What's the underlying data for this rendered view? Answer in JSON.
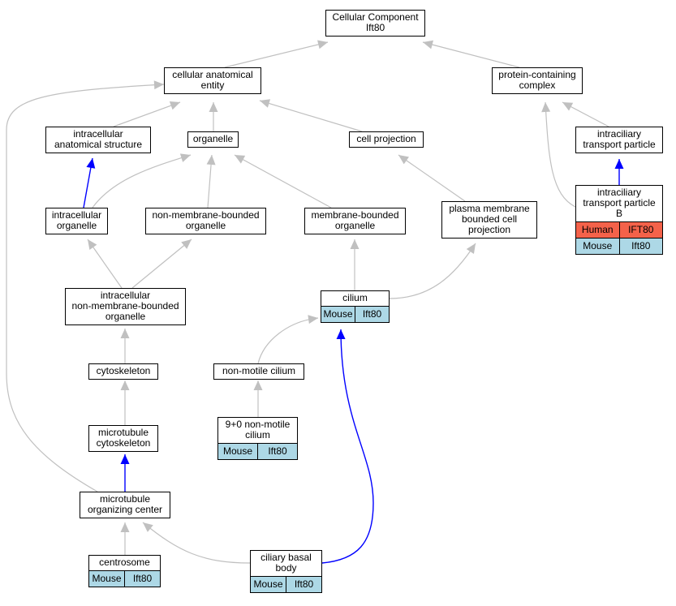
{
  "graph": {
    "nodes": [
      {
        "id": "root",
        "lines": [
          "Cellular Component",
          "Ift80"
        ]
      },
      {
        "id": "cae",
        "lines": [
          "cellular anatomical",
          "entity"
        ]
      },
      {
        "id": "pcc",
        "lines": [
          "protein-containing",
          "complex"
        ]
      },
      {
        "id": "ias",
        "lines": [
          "intracellular",
          "anatomical structure"
        ]
      },
      {
        "id": "organelle",
        "lines": [
          "organelle"
        ]
      },
      {
        "id": "cellproj",
        "lines": [
          "cell projection"
        ]
      },
      {
        "id": "itp",
        "lines": [
          "intraciliary",
          "transport particle"
        ]
      },
      {
        "id": "intorg",
        "lines": [
          "intracellular",
          "organelle"
        ]
      },
      {
        "id": "nmbo",
        "lines": [
          "non-membrane-bounded",
          "organelle"
        ]
      },
      {
        "id": "mbo",
        "lines": [
          "membrane-bounded",
          "organelle"
        ]
      },
      {
        "id": "pmbcp",
        "lines": [
          "plasma membrane",
          "bounded cell",
          "projection"
        ]
      },
      {
        "id": "itpb",
        "lines": [
          "intraciliary",
          "transport particle",
          "B"
        ],
        "annotations": [
          {
            "species": "Human",
            "gene": "IFT80",
            "color": "#f4624a"
          },
          {
            "species": "Mouse",
            "gene": "Ift80",
            "color": "#add8e6"
          }
        ]
      },
      {
        "id": "inmbo",
        "lines": [
          "intracellular",
          "non-membrane-bounded",
          "organelle"
        ]
      },
      {
        "id": "cilium",
        "lines": [
          "cilium"
        ],
        "annotations": [
          {
            "species": "Mouse",
            "gene": "Ift80",
            "color": "#add8e6"
          }
        ]
      },
      {
        "id": "cytoskeleton",
        "lines": [
          "cytoskeleton"
        ]
      },
      {
        "id": "nmc",
        "lines": [
          "non-motile cilium"
        ]
      },
      {
        "id": "90nmc",
        "lines": [
          "9+0 non-motile",
          "cilium"
        ],
        "annotations": [
          {
            "species": "Mouse",
            "gene": "Ift80",
            "color": "#add8e6"
          }
        ]
      },
      {
        "id": "mtcs",
        "lines": [
          "microtubule",
          "cytoskeleton"
        ]
      },
      {
        "id": "mtoc",
        "lines": [
          "microtubule",
          "organizing center"
        ]
      },
      {
        "id": "centrosome",
        "lines": [
          "centrosome"
        ],
        "annotations": [
          {
            "species": "Mouse",
            "gene": "Ift80",
            "color": "#add8e6"
          }
        ]
      },
      {
        "id": "cbb",
        "lines": [
          "ciliary basal",
          "body"
        ],
        "annotations": [
          {
            "species": "Mouse",
            "gene": "Ift80",
            "color": "#add8e6"
          }
        ]
      }
    ],
    "edges": [
      {
        "from": "cae",
        "to": "root",
        "relation": "is_a"
      },
      {
        "from": "pcc",
        "to": "root",
        "relation": "is_a"
      },
      {
        "from": "ias",
        "to": "cae",
        "relation": "is_a"
      },
      {
        "from": "organelle",
        "to": "cae",
        "relation": "is_a"
      },
      {
        "from": "cellproj",
        "to": "cae",
        "relation": "is_a"
      },
      {
        "from": "itp",
        "to": "pcc",
        "relation": "is_a"
      },
      {
        "from": "itpb",
        "to": "pcc",
        "relation": "is_a"
      },
      {
        "from": "itpb",
        "to": "itp",
        "relation": "part_of"
      },
      {
        "from": "intorg",
        "to": "ias",
        "relation": "part_of"
      },
      {
        "from": "intorg",
        "to": "organelle",
        "relation": "is_a"
      },
      {
        "from": "nmbo",
        "to": "organelle",
        "relation": "is_a"
      },
      {
        "from": "mbo",
        "to": "organelle",
        "relation": "is_a"
      },
      {
        "from": "pmbcp",
        "to": "cellproj",
        "relation": "is_a"
      },
      {
        "from": "inmbo",
        "to": "intorg",
        "relation": "is_a"
      },
      {
        "from": "inmbo",
        "to": "nmbo",
        "relation": "is_a"
      },
      {
        "from": "cilium",
        "to": "mbo",
        "relation": "is_a"
      },
      {
        "from": "cilium",
        "to": "pmbcp",
        "relation": "is_a"
      },
      {
        "from": "cytoskeleton",
        "to": "inmbo",
        "relation": "is_a"
      },
      {
        "from": "nmc",
        "to": "cilium",
        "relation": "is_a"
      },
      {
        "from": "90nmc",
        "to": "nmc",
        "relation": "is_a"
      },
      {
        "from": "mtcs",
        "to": "cytoskeleton",
        "relation": "is_a"
      },
      {
        "from": "mtoc",
        "to": "mtcs",
        "relation": "part_of"
      },
      {
        "from": "mtoc",
        "to": "cae",
        "relation": "is_a"
      },
      {
        "from": "centrosome",
        "to": "mtoc",
        "relation": "is_a"
      },
      {
        "from": "cbb",
        "to": "mtoc",
        "relation": "is_a"
      },
      {
        "from": "cbb",
        "to": "cilium",
        "relation": "part_of"
      }
    ]
  },
  "colors": {
    "is_a_edge": "#c0c0c0",
    "part_of_edge": "#0000ff",
    "node_border": "#000000",
    "node_fill": "#ffffff"
  }
}
